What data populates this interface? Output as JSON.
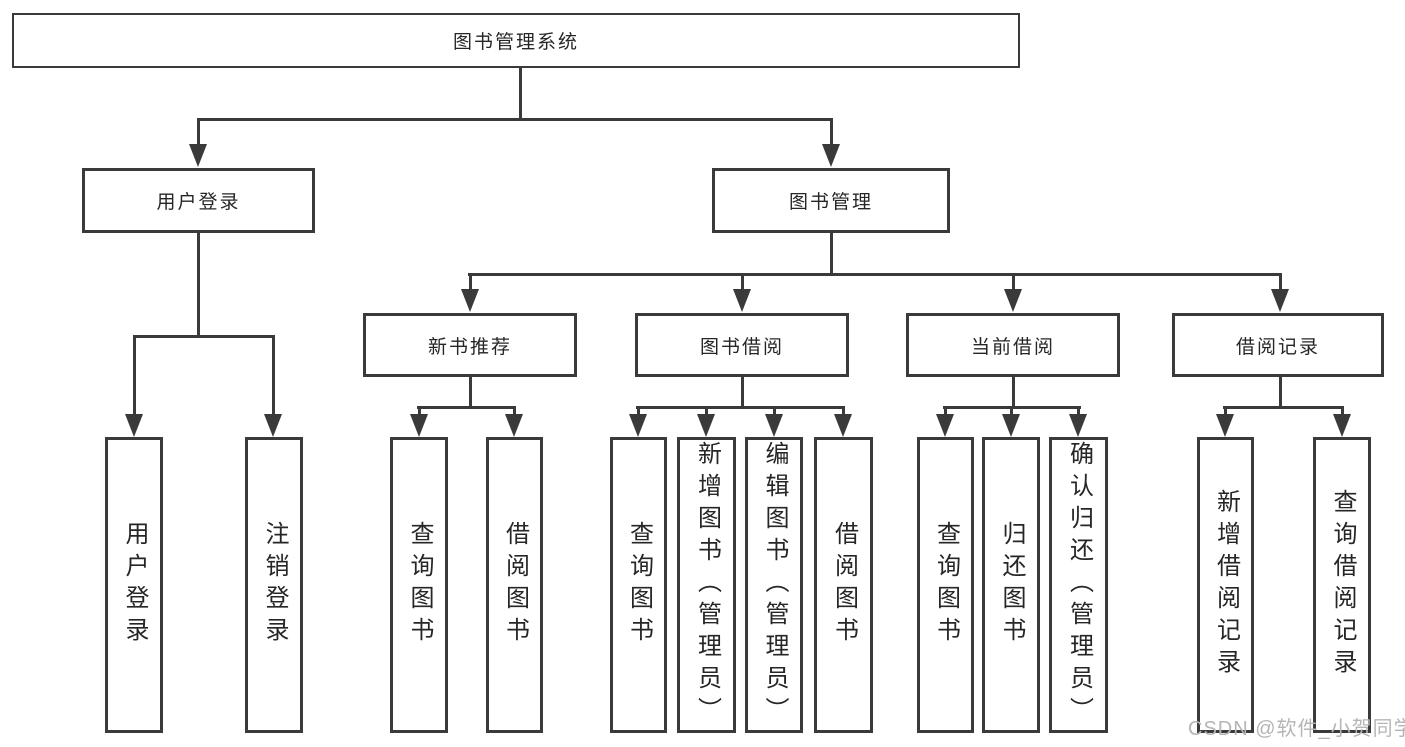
{
  "nodes": {
    "root": {
      "label": "图书管理系统"
    },
    "level2": [
      {
        "label": "用户登录"
      },
      {
        "label": "图书管理"
      }
    ],
    "level3": [
      {
        "label": "新书推荐",
        "parent": "图书管理"
      },
      {
        "label": "图书借阅",
        "parent": "图书管理"
      },
      {
        "label": "当前借阅",
        "parent": "图书管理"
      },
      {
        "label": "借阅记录",
        "parent": "图书管理"
      }
    ],
    "leaves": [
      {
        "label": "用户登录",
        "parent": "用户登录"
      },
      {
        "label": "注销登录",
        "parent": "用户登录"
      },
      {
        "label": "查询图书",
        "parent": "新书推荐"
      },
      {
        "label": "借阅图书",
        "parent": "新书推荐"
      },
      {
        "label": "查询图书",
        "parent": "图书借阅"
      },
      {
        "label": "新增图书（管理员）",
        "parent": "图书借阅"
      },
      {
        "label": "编辑图书（管理员）",
        "parent": "图书借阅"
      },
      {
        "label": "借阅图书",
        "parent": "图书借阅"
      },
      {
        "label": "查询图书",
        "parent": "当前借阅"
      },
      {
        "label": "归还图书",
        "parent": "当前借阅"
      },
      {
        "label": "确认归还（管理员）",
        "parent": "当前借阅"
      },
      {
        "label": "新增借阅记录",
        "parent": "借阅记录"
      },
      {
        "label": "查询借阅记录",
        "parent": "借阅记录"
      }
    ]
  },
  "watermark": {
    "text": "CSDN @软件_小贺同学"
  },
  "colors": {
    "line": "#3a3a3a",
    "box_border": "#3a3a3a",
    "text": "#262626",
    "watermark": "#b5b5b5",
    "background": "#ffffff"
  }
}
